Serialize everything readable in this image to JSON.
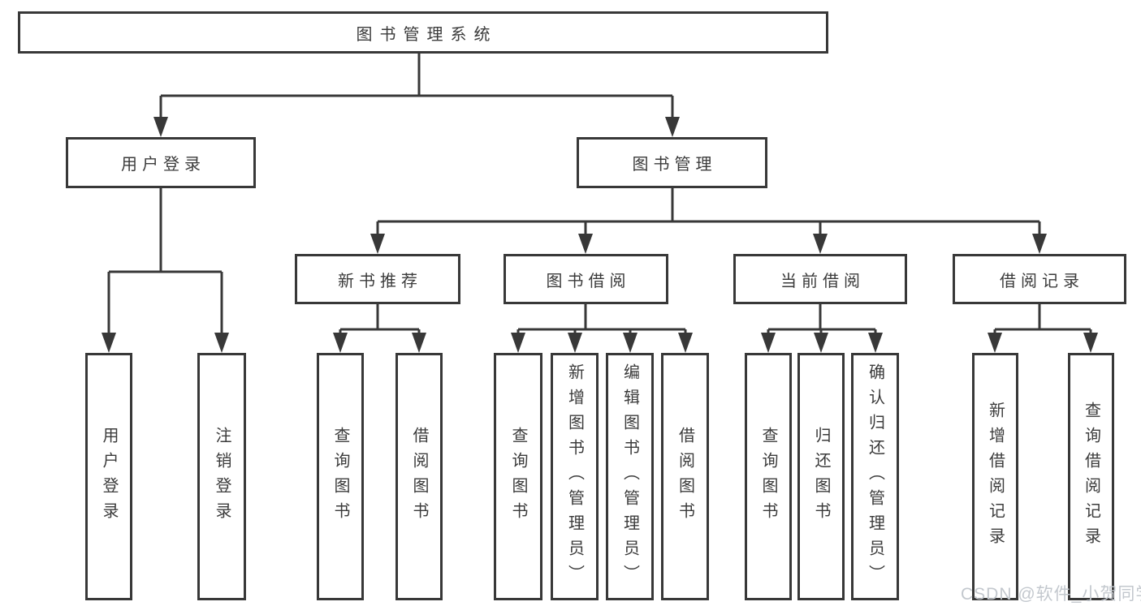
{
  "diagram": {
    "title": "图书管理系统",
    "level2": {
      "user_login": "用户登录",
      "book_mgmt": "图书管理"
    },
    "level3": {
      "new_books": "新书推荐",
      "borrowing": "图书借阅",
      "current": "当前借阅",
      "records": "借阅记录"
    },
    "leaves": {
      "user_login": [
        "用户登录",
        "注销登录"
      ],
      "new_books": [
        "查询图书",
        "借阅图书"
      ],
      "borrowing": [
        "查询图书",
        "新增图书（管理员）",
        "编辑图书（管理员）",
        "借阅图书"
      ],
      "current": [
        "查询图书",
        "归还图书",
        "确认归还（管理员）"
      ],
      "records": [
        "新增借阅记录",
        "查询借阅记录"
      ]
    }
  },
  "watermark": {
    "text": "CSDN @软件_小贺同学"
  },
  "colors": {
    "line": "#383838",
    "text": "#3b3b3b",
    "watermark": "#c3c8ce",
    "background": "#ffffff"
  }
}
